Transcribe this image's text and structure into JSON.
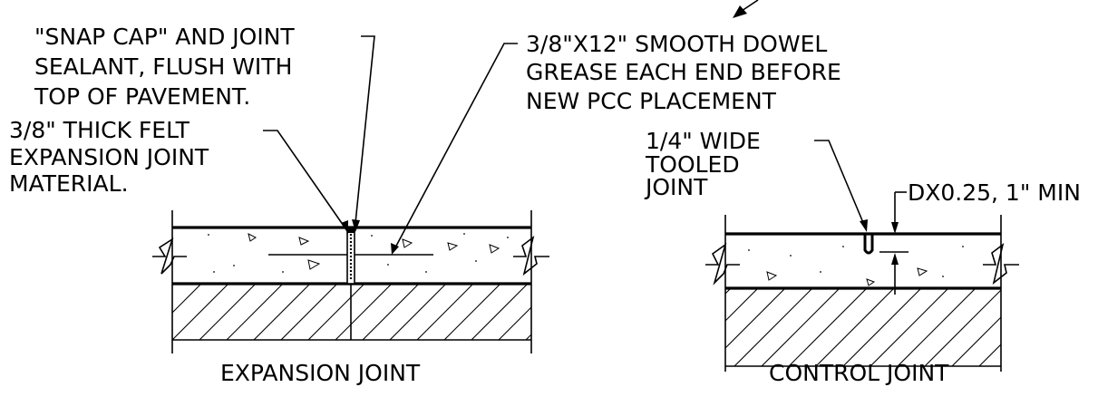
{
  "labels": {
    "snap_cap": [
      "\"SNAP CAP\" AND JOINT",
      "SEALANT, FLUSH WITH",
      "TOP OF PAVEMENT."
    ],
    "felt": [
      "3/8\" THICK FELT",
      "EXPANSION JOINT",
      "MATERIAL."
    ],
    "dowel": [
      "3/8\"X12\" SMOOTH DOWEL",
      "GREASE EACH END BEFORE",
      "NEW PCC PLACEMENT"
    ],
    "tooled": [
      "1/4\" WIDE",
      "TOOLED",
      "JOINT"
    ],
    "depth": "DX0.25, 1\" MIN",
    "expansion_title": "EXPANSION JOINT",
    "control_title": "CONTROL JOINT"
  }
}
